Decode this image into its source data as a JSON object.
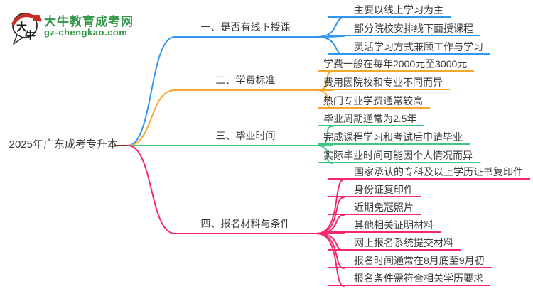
{
  "logo": {
    "title": "大牛教育成考网",
    "subtitle": "gz-chengkao.com",
    "icon_char_top": "大",
    "icon_char_bottom": "牛"
  },
  "root": {
    "label": "2025年广东成考专升本"
  },
  "branches": [
    {
      "label": "一、是否有线下授课",
      "color": "#2F96F3",
      "children": [
        "主要以线上学习为主",
        "部分院校安排线下面授课程",
        "灵活学习方式兼顾工作与学习"
      ]
    },
    {
      "label": "二、学费标准",
      "color": "#F7A62C",
      "children": [
        "学费一般在每年2000元至3000元",
        "费用因院校和专业不同而异",
        "热门专业学费通常较高"
      ]
    },
    {
      "label": "三、毕业时间",
      "color": "#3DC684",
      "children": [
        "毕业周期通常为2.5年",
        "完成课程学习和考试后申请毕业",
        "实际毕业时间可能因个人情况而异"
      ]
    },
    {
      "label": "四、报名材料与条件",
      "color": "#F5286F",
      "children": [
        "国家承认的专科及以上学历证书复印件",
        "身份证复印件",
        "近期免冠照片",
        "其他相关证明材料",
        "网上报名系统提交材料",
        "报名时间通常在8月底至9月初",
        "报名条件需符合相关学历要求"
      ]
    }
  ],
  "colors": {
    "root_connector": "#8B2220",
    "text": "#3B3B3B",
    "logo_green": "#2E9644",
    "logo_red": "#C43126",
    "background": "#FFFFFF"
  }
}
